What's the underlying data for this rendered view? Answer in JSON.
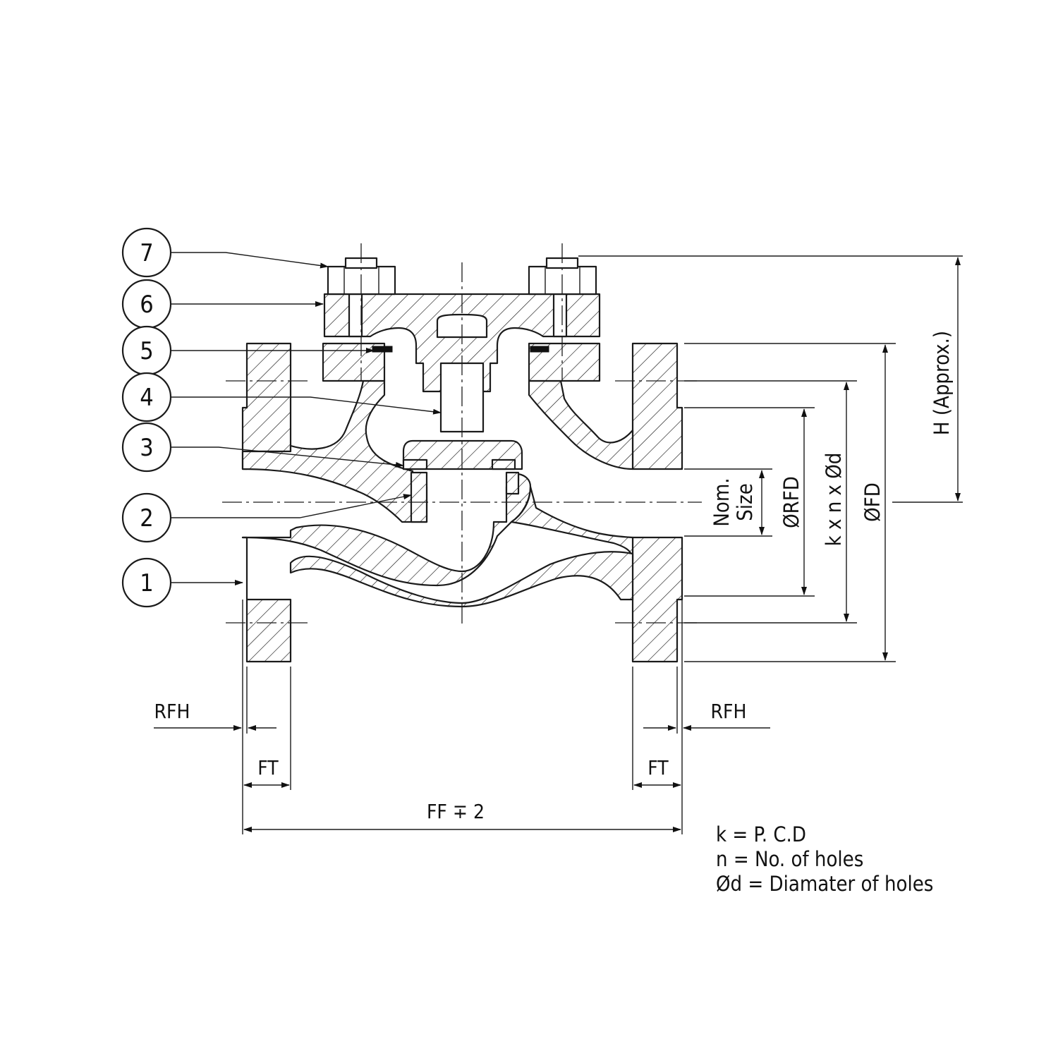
{
  "balloons": [
    {
      "num": "7"
    },
    {
      "num": "6"
    },
    {
      "num": "5"
    },
    {
      "num": "4"
    },
    {
      "num": "3"
    },
    {
      "num": "2"
    },
    {
      "num": "1"
    }
  ],
  "dimensions": {
    "nom_size_line1": "Nom.",
    "nom_size_line2": "Size",
    "rfd": "ØRFD",
    "pcd": "k x n x Ød",
    "fd": "ØFD",
    "height": "H (Approx.)",
    "rfh_left": "RFH",
    "rfh_right": "RFH",
    "ft_left": "FT",
    "ft_right": "FT",
    "ff": "FF ∓ 2"
  },
  "legend": [
    "k = P. C.D",
    "n = No. of holes",
    "Ød = Diamater of holes"
  ]
}
